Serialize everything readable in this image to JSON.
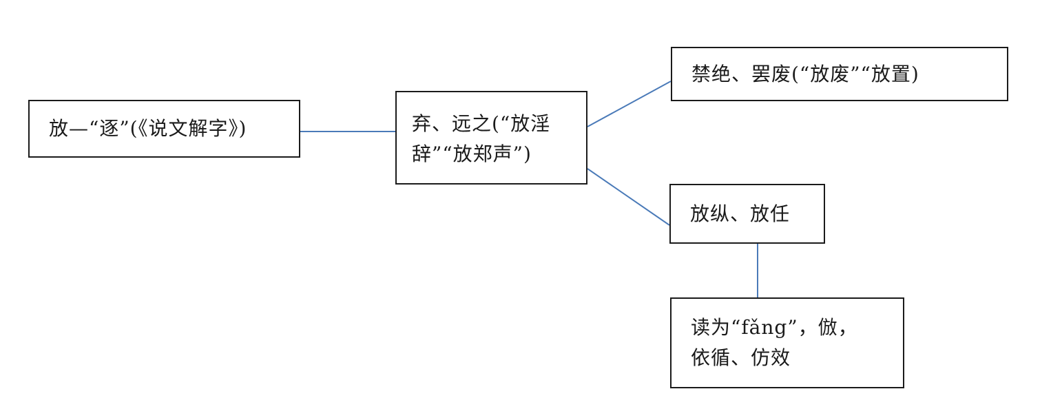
{
  "diagram": {
    "nodes": {
      "root": {
        "text": "放—“逐”(《说文解字》)"
      },
      "abandon": {
        "line1": "弃、远之(“放淫",
        "line2": "辞”“放郑声”)"
      },
      "ban": {
        "text": "禁绝、罢废(“放废”“放置)"
      },
      "indulge": {
        "text": "放纵、放任"
      },
      "imitate": {
        "line1": "读为“fǎng”，倣，",
        "line2": "依循、仿效"
      }
    },
    "edges": [
      {
        "from": "root",
        "to": "abandon"
      },
      {
        "from": "abandon",
        "to": "ban"
      },
      {
        "from": "abandon",
        "to": "indulge"
      },
      {
        "from": "indulge",
        "to": "imitate"
      }
    ]
  }
}
